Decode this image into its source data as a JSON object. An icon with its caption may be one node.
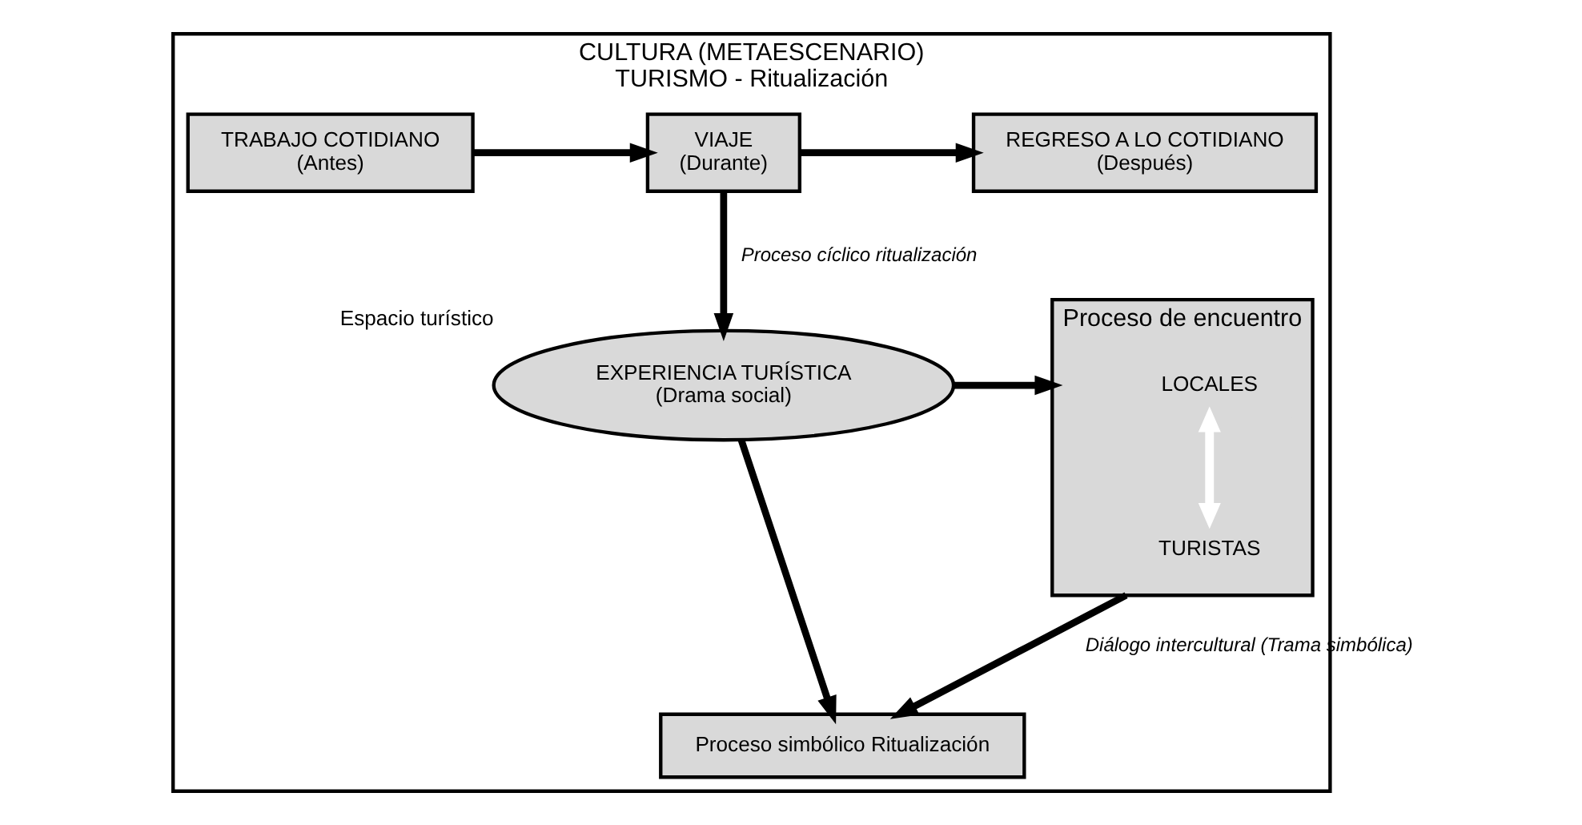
{
  "diagram": {
    "nodes": [
      {
        "text": [
          "CULTURA (METAESCENARIO)",
          "TURISMO - Ritualización"
        ]
      },
      {
        "text": [
          "TRABAJO COTIDIANO",
          "(Antes)"
        ],
        "in": 0
      },
      {
        "text": [
          "VIAJE",
          "(Durante)"
        ],
        "in": 0
      },
      {
        "text": [
          "REGRESO A LO COTIDIANO",
          "(Después)"
        ],
        "in": 0
      },
      {
        "text": [
          "EXPERIENCIA TURÍSTICA",
          "(Drama social)"
        ],
        "in": 0,
        "beside": [
          "Espacio turístico"
        ]
      },
      {
        "text": [
          "Proceso de encuentro"
        ],
        "in": 0
      },
      {
        "text": [
          "LOCALES"
        ],
        "in": 5
      },
      {
        "text": [
          "TURISTAS"
        ],
        "in": 5
      },
      {
        "text": [
          "Proceso simbólico Ritualización"
        ],
        "in": 0
      }
    ],
    "edges": [
      {
        "from": 1,
        "to": 2,
        "arrow": "to"
      },
      {
        "from": 2,
        "to": 3,
        "arrow": "to"
      },
      {
        "from": 2,
        "to": 4,
        "arrow": "to",
        "label": "Proceso cíclico ritualización"
      },
      {
        "from": 4,
        "to": 5,
        "arrow": "to"
      },
      {
        "from": 6,
        "to": 7,
        "arrow": "both",
        "color": "#ffffff"
      },
      {
        "from": 4,
        "to": 8,
        "arrow": "to"
      },
      {
        "from": 5,
        "to": 8,
        "arrow": "to",
        "label": "Diálogo intercultural (Trama simbólica)"
      }
    ]
  }
}
